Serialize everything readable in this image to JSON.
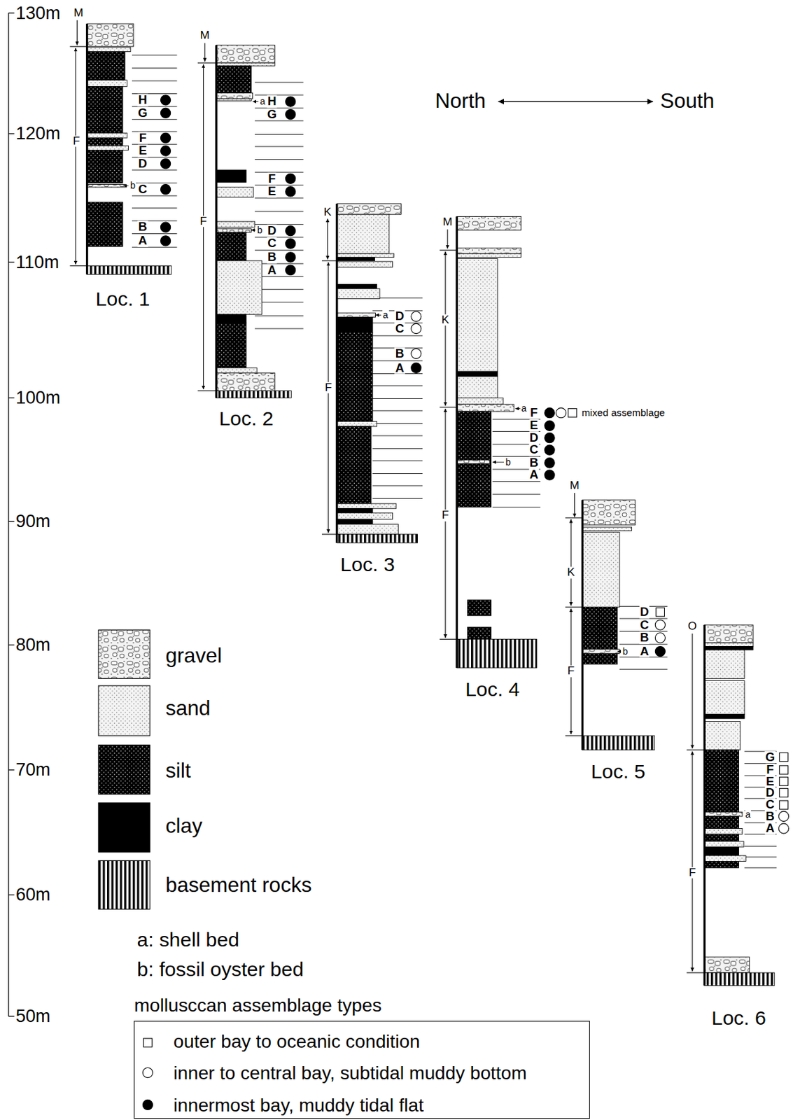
{
  "diagram": {
    "labels": [
      "130m",
      "120m",
      "110m",
      "100m",
      "90m",
      "80m",
      "70m",
      "60m",
      "50m",
      "North",
      "South",
      "M",
      "F",
      "H",
      "G",
      "F",
      "E",
      "D",
      "C",
      "B",
      "A",
      "b",
      "Loc. 1",
      "M",
      "F",
      "a",
      "H",
      "G",
      "F",
      "E",
      "b",
      "D",
      "C",
      "B",
      "A",
      "Loc. 2",
      "K",
      "F",
      "a",
      "D",
      "C",
      "B",
      "A",
      "Loc. 3",
      "M",
      "K",
      "F",
      "a",
      "mixed assemblage",
      "F",
      "E",
      "D",
      "C",
      "B",
      "b",
      "A",
      "Loc. 4",
      "M",
      "K",
      "F",
      "D",
      "C",
      "B",
      "b",
      "A",
      "Loc. 5",
      "O",
      "F",
      "G",
      "F",
      "E",
      "D",
      "C",
      "a",
      "B",
      "A",
      "Loc. 6",
      "a: shell bed",
      "b: fossil oyster bed",
      "mollusccan assemblage types"
    ],
    "legend": [
      {
        "text": "gravel"
      },
      {
        "text": "sand"
      },
      {
        "text": "silt"
      },
      {
        "text": "clay"
      },
      {
        "text": "basement rocks"
      },
      {
        "text": "outer bay to oceanic condition"
      },
      {
        "text": "inner to central bay, subtidal muddy bottom"
      },
      {
        "text": "innermost bay, muddy tidal flat"
      }
    ]
  }
}
